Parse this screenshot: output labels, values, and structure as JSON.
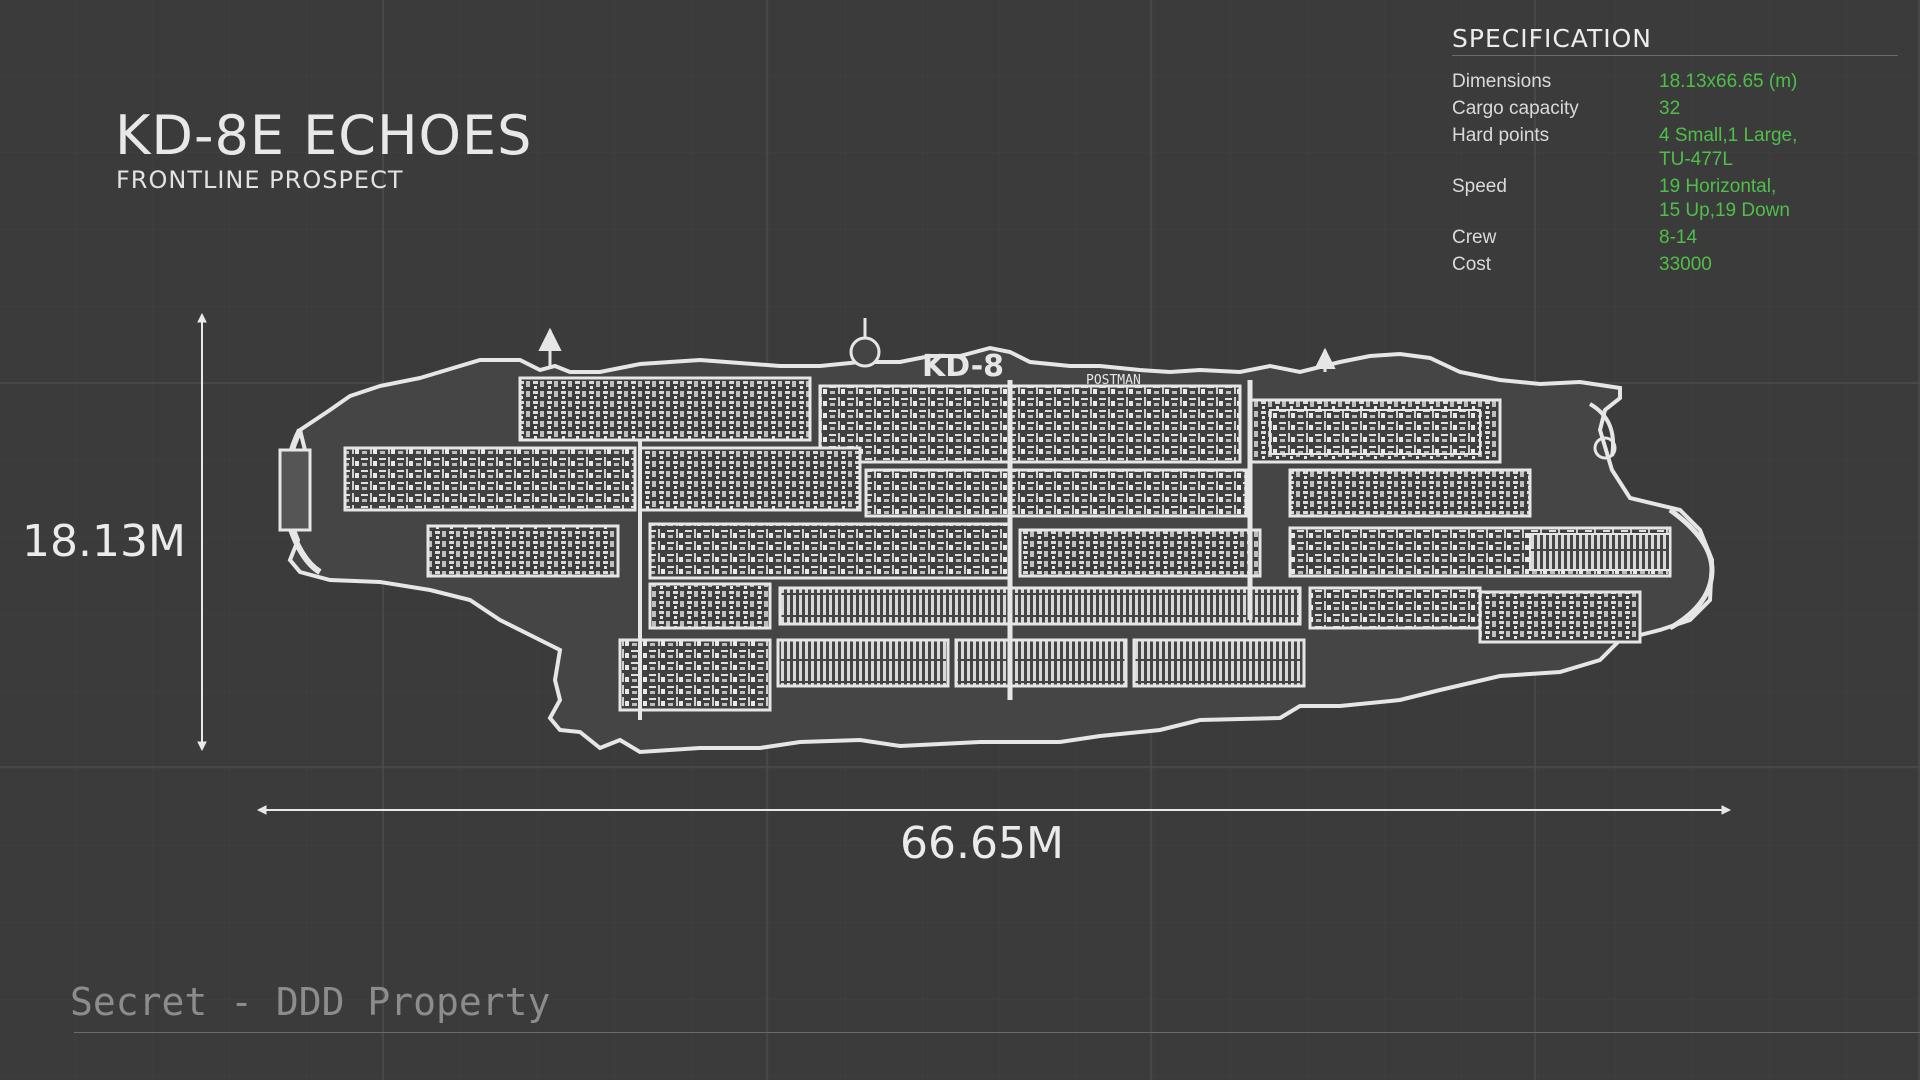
{
  "header": {
    "title": "KD-8E ECHOES",
    "subtitle": "FRONTLINE PROSPECT"
  },
  "specification": {
    "title": "SPECIFICATION",
    "rows": [
      {
        "label": "Dimensions",
        "value": "18.13x66.65 (m)"
      },
      {
        "label": "Cargo capacity",
        "value": "32"
      },
      {
        "label": "Hard points",
        "value": "4 Small,1 Large,\nTU-477L"
      },
      {
        "label": "Speed",
        "value": "19 Horizontal,\n15 Up,19 Down"
      },
      {
        "label": "Crew",
        "value": "8-14"
      },
      {
        "label": "Cost",
        "value": "33000"
      }
    ]
  },
  "dimensions": {
    "height_label": "18.13M",
    "length_label": "66.65M"
  },
  "ship": {
    "hull_marking": "KD-8",
    "name_marking": "POSTMAN"
  },
  "footer": {
    "text": "Secret - DDD Property"
  },
  "colors": {
    "background": "#3b3b3b",
    "spec_value": "#4fbf4a",
    "blueprint_line": "#e6e6e6"
  }
}
